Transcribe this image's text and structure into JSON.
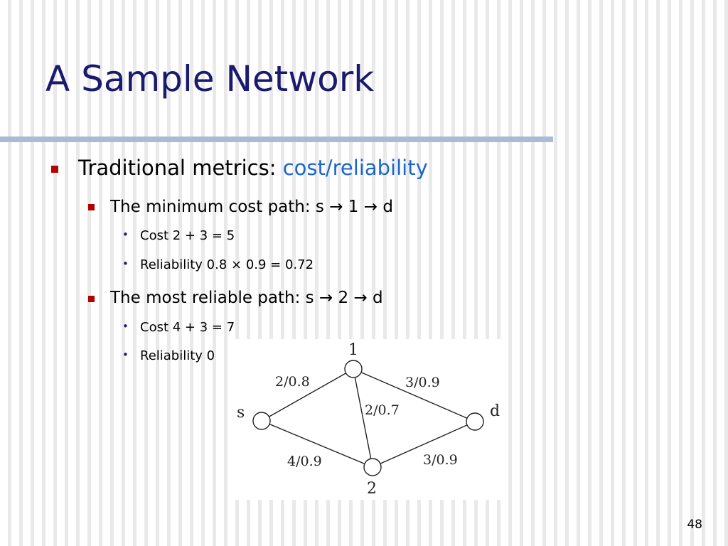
{
  "slide": {
    "title": "A Sample Network",
    "page_number": "48"
  },
  "bullets": {
    "level1": {
      "text": "Traditional metrics: ",
      "highlight": "cost/reliability",
      "highlight_color": "#1a66cc"
    },
    "min_cost": {
      "label": "The minimum cost path:  s → 1 → d",
      "cost": "Cost  2 + 3 = 5",
      "reliability": "Reliability  0.8 × 0.9 = 0.72"
    },
    "most_reliable": {
      "label": "The most reliable path:  s → 2 → d",
      "cost": "Cost 4 + 3 = 7",
      "reliability": "Reliability 0"
    }
  },
  "network": {
    "nodes": {
      "s": "s",
      "n1": "1",
      "n2": "2",
      "d": "d"
    },
    "edges": {
      "s_1": "2/0.8",
      "1_d": "3/0.9",
      "1_2": "2/0.7",
      "s_2": "4/0.9",
      "2_d": "3/0.9"
    }
  },
  "colors": {
    "title": "#1a1a6e",
    "bullet_square": "#b50000",
    "rule": "#a9bcd6"
  }
}
